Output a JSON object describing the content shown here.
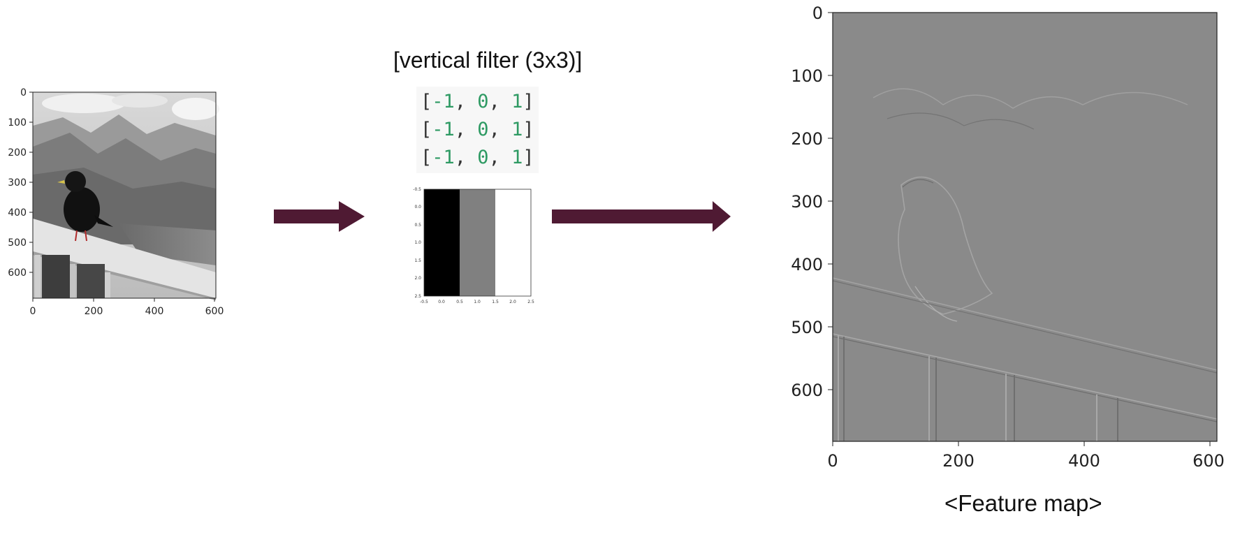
{
  "input_image": {
    "alt": "grayscale photo of bird on railing",
    "y_ticks": [
      "0",
      "100",
      "200",
      "300",
      "400",
      "500",
      "600"
    ],
    "x_ticks": [
      "0",
      "200",
      "400",
      "600"
    ]
  },
  "filter": {
    "title": "[vertical filter (3x3)]",
    "rows": [
      [
        "-1",
        "0",
        "1"
      ],
      [
        "-1",
        "0",
        "1"
      ],
      [
        "-1",
        "0",
        "1"
      ]
    ],
    "plot": {
      "y_ticks": [
        "-0.5",
        "0.0",
        "0.5",
        "1.0",
        "1.5",
        "2.0",
        "2.5"
      ],
      "x_ticks": [
        "-0.5",
        "0.0",
        "0.5",
        "1.0",
        "1.5",
        "2.0",
        "2.5"
      ],
      "column_colors": [
        "#000000",
        "#808080",
        "#ffffff"
      ]
    }
  },
  "feature_map": {
    "y_ticks": [
      "0",
      "100",
      "200",
      "300",
      "400",
      "500",
      "600"
    ],
    "x_ticks": [
      "0",
      "200",
      "400",
      "600"
    ],
    "caption": "<Feature map>"
  },
  "colors": {
    "arrow": "#4f1a33"
  }
}
